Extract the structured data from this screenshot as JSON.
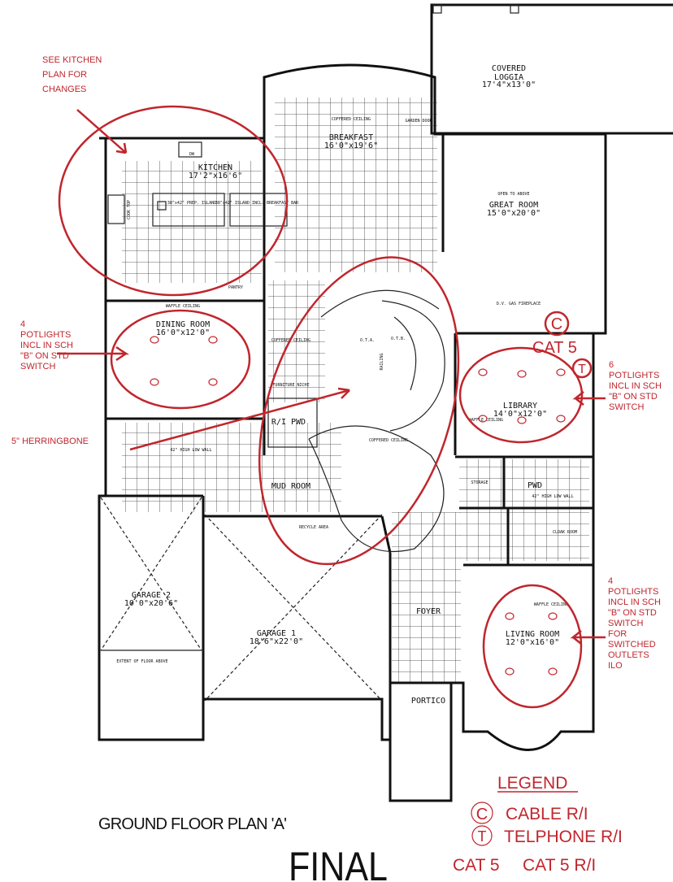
{
  "title": "GROUND FLOOR PLAN 'A'",
  "stamp": "FINAL",
  "rooms": {
    "kitchen": {
      "name": "KITCHEN",
      "size": "17'2\"x16'6\""
    },
    "breakfast": {
      "name": "BREAKFAST",
      "size": "16'0\"x19'6\"",
      "note": "COFFERED CEILING"
    },
    "loggia": {
      "name1": "COVERED",
      "name2": "LOGGIA",
      "size": "17'4\"x13'0\""
    },
    "great_room": {
      "name": "GREAT ROOM",
      "size": "15'0\"x20'0\"",
      "note": "OPEN TO ABOVE",
      "fireplace": "D.V. GAS FIREPLACE"
    },
    "dining": {
      "name": "DINING ROOM",
      "size": "16'0\"x12'0\"",
      "note": "WAFFLE CEILING"
    },
    "library": {
      "name": "LIBRARY",
      "size": "14'0\"x12'0\"",
      "note": "WAFFLE CEILING"
    },
    "pwd_left": {
      "name": "R/I PWD"
    },
    "pwd_right": {
      "name": "PWD",
      "note": "42\" HIGH LOW WALL"
    },
    "cloak": {
      "name": "CLOAK ROOM"
    },
    "storage": {
      "name": "STORAGE"
    },
    "mud_room": {
      "name": "MUD ROOM"
    },
    "recycle": {
      "name": "RECYCLE AREA"
    },
    "garage2": {
      "name": "GARAGE 2",
      "size": "10'0\"x20'6\"",
      "note": "EXTENT OF FLOOR ABOVE"
    },
    "garage1": {
      "name": "GARAGE 1",
      "size": "18'6\"x22'0\""
    },
    "foyer": {
      "name": "FOYER"
    },
    "portico": {
      "name": "PORTICO"
    },
    "living": {
      "name": "LIVING ROOM",
      "size": "12'0\"x16'0\"",
      "note": "WAFFLE CEILING"
    },
    "garden_door": "GARDEN DOOR",
    "cook_top": "COOK TOP",
    "dw": "DW",
    "pantry": "PANTRY",
    "prep_island": "38\"x42\" PREP. ISLAND",
    "breakfast_island": "38\"x42\" ISLAND INCL. BREAKFAST BAR",
    "otb": "O.T.B.",
    "ota": "O.T.A.",
    "railing": "RAILING",
    "furniture_niche": "FURNITURE NICHE",
    "coffered_ceiling": "COFFERED CEILING",
    "low_wall": "42\" HIGH LOW WALL"
  },
  "annotations": {
    "kitchen_note": [
      "SEE KITCHEN",
      "PLAN FOR",
      "CHANGES"
    ],
    "dining_note": [
      "4",
      "POTLIGHTS",
      "INCL IN SCH",
      "\"B\" ON STD",
      "SWITCH"
    ],
    "library_note": [
      "6",
      "POTLIGHTS",
      "INCL IN SCH",
      "\"B\" ON STD",
      "SWITCH"
    ],
    "living_note": [
      "4",
      "POTLIGHTS",
      "INCL IN SCH",
      "\"B\" ON STD",
      "SWITCH",
      "FOR",
      "SWITCHED",
      "OUTLETS",
      "ILO"
    ],
    "herringbone": "5\" HERRINGBONE",
    "cat5": "CAT 5",
    "cable_symbol": "C",
    "telephone_symbol": "T"
  },
  "legend": {
    "title": "LEGEND",
    "items": [
      {
        "symbol": "C",
        "label": "CABLE R/I"
      },
      {
        "symbol": "T",
        "label": "TELPHONE R/I"
      },
      {
        "symbol": "CAT 5",
        "label": "CAT 5 R/I"
      }
    ]
  },
  "colors": {
    "markup": "#c0262d",
    "lines": "#111111"
  }
}
